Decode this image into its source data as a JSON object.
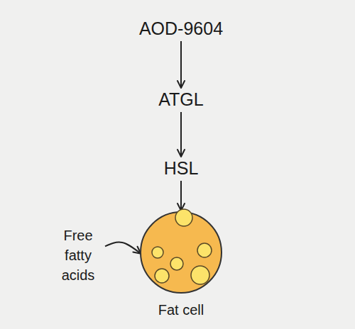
{
  "diagram": {
    "nodes": [
      {
        "text": [
          "AOD-9604"
        ]
      },
      {
        "text": [
          "ATGL"
        ]
      },
      {
        "text": [
          "HSL"
        ]
      },
      {
        "text": [
          "Fat cell"
        ]
      },
      {
        "text": [
          "Free fatty acids"
        ]
      }
    ],
    "edges": [
      {
        "from": 0,
        "to": 1,
        "arrow": "to"
      },
      {
        "from": 1,
        "to": 2,
        "arrow": "to"
      },
      {
        "from": 2,
        "to": 3,
        "arrow": "to"
      },
      {
        "from": 4,
        "to": 3,
        "arrow": "to"
      }
    ]
  }
}
